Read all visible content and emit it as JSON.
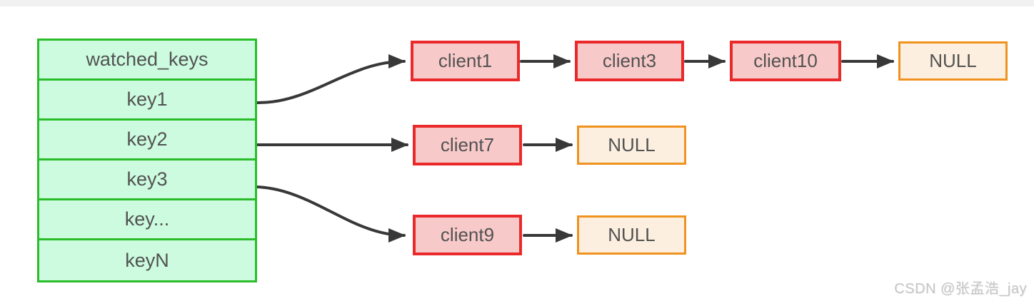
{
  "table": {
    "header": "watched_keys",
    "rows": [
      "key1",
      "key2",
      "key3",
      "key...",
      "keyN"
    ]
  },
  "chains": [
    {
      "source": "key1",
      "nodes": [
        "client1",
        "client3",
        "client10"
      ],
      "terminal": "NULL"
    },
    {
      "source": "key2",
      "nodes": [
        "client7"
      ],
      "terminal": "NULL"
    },
    {
      "source": "key3",
      "nodes": [
        "client9"
      ],
      "terminal": "NULL"
    }
  ],
  "watermark": "CSDN @张孟浩_jay",
  "colors": {
    "table-border": "#2abd2a",
    "table-fill": "#ccfbdf",
    "client-border": "#ea2a2a",
    "client-fill": "#f8c9c9",
    "null-border": "#f0921e",
    "null-fill": "#fcefdf",
    "arrow": "#383838",
    "text": "#525252",
    "watermark": "#c6c6c6"
  }
}
